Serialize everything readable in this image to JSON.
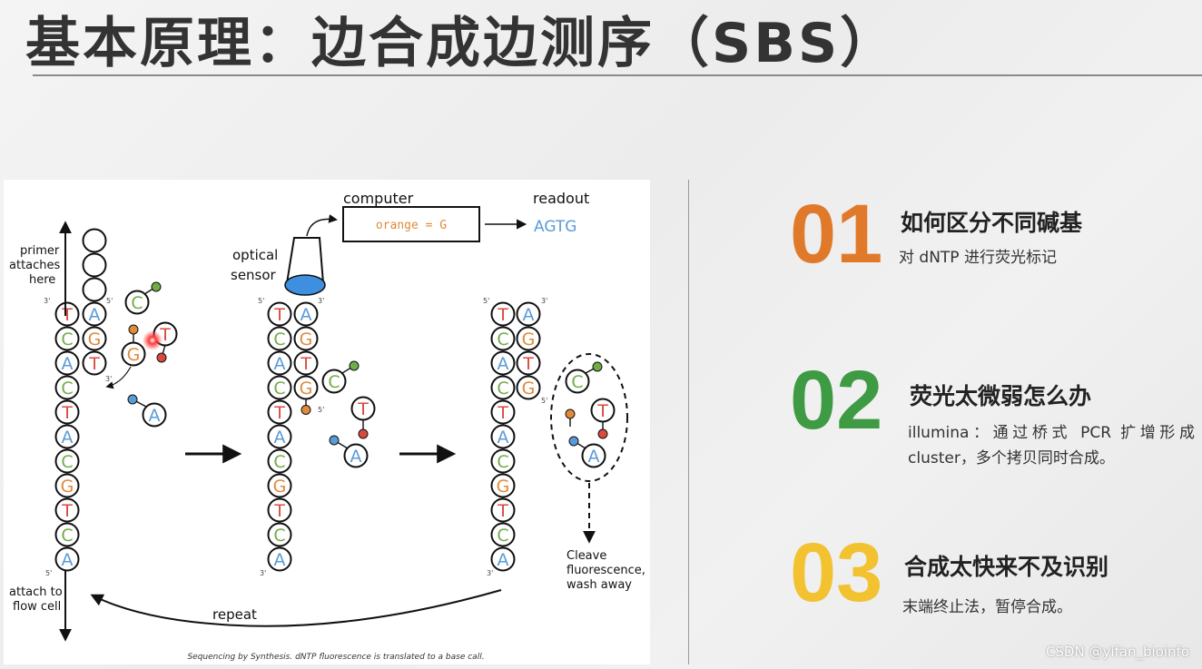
{
  "title": "基本原理：边合成边测序（SBS）",
  "figure": {
    "labels": {
      "computer": "computer",
      "readout": "readout",
      "readout_value": "AGTG",
      "computer_text": "orange = G",
      "optical": "optical",
      "sensor": "sensor",
      "primer": "primer",
      "attaches": "attaches",
      "here": "here",
      "attach_to": "attach to",
      "flow_cell": "flow cell",
      "repeat": "repeat",
      "cleave": "Cleave",
      "fluorescence": "fluorescence,",
      "wash_away": "wash away",
      "caption": "Sequencing by Synthesis. dNTP fluorescence is translated to a base call.",
      "prime3": "3'",
      "prime5": "5'"
    },
    "colors": {
      "A": "#5b9bd5",
      "C": "#70ad47",
      "G": "#e08a3c",
      "T": "#d84a3f"
    },
    "template_strand": [
      "T",
      "C",
      "A",
      "C",
      "T",
      "A",
      "C",
      "G",
      "T",
      "C",
      "A"
    ],
    "strand_bases_1": [
      "A",
      "G",
      "T"
    ],
    "strand_bases_2": [
      "A",
      "G",
      "T",
      "G"
    ],
    "strand_bases_3": [
      "A",
      "G",
      "T",
      "G"
    ],
    "free_bases_1": [
      "C",
      "T",
      "G",
      "A"
    ],
    "free_bases_2": [
      "C",
      "T",
      "A"
    ],
    "free_bases_3": [
      "C",
      "T",
      "A"
    ]
  },
  "points": [
    {
      "number": "01",
      "heading": "如何区分不同碱基",
      "desc": "对 dNTP 进行荧光标记"
    },
    {
      "number": "02",
      "heading": "荧光太微弱怎么办",
      "desc": "illumina：通过桥式 PCR 扩增形成 cluster，多个拷贝同时合成。"
    },
    {
      "number": "03",
      "heading": "合成太快来不及识别",
      "desc": "末端终止法，暂停合成。"
    }
  ],
  "watermark": "CSDN @yifan_bioinfo"
}
